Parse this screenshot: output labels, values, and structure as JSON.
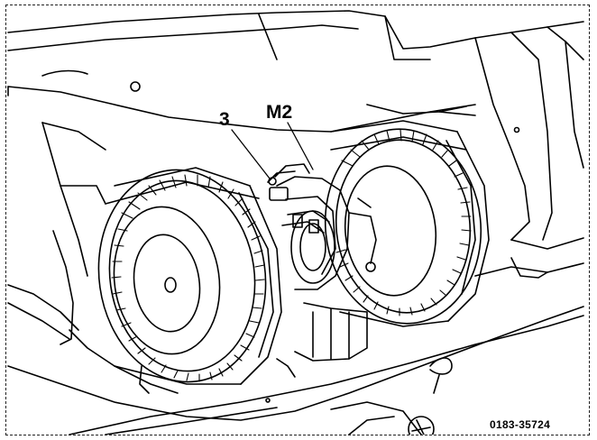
{
  "labels": {
    "part_3": "3",
    "part_m2": "M2",
    "figure_code": "0183-35724"
  }
}
